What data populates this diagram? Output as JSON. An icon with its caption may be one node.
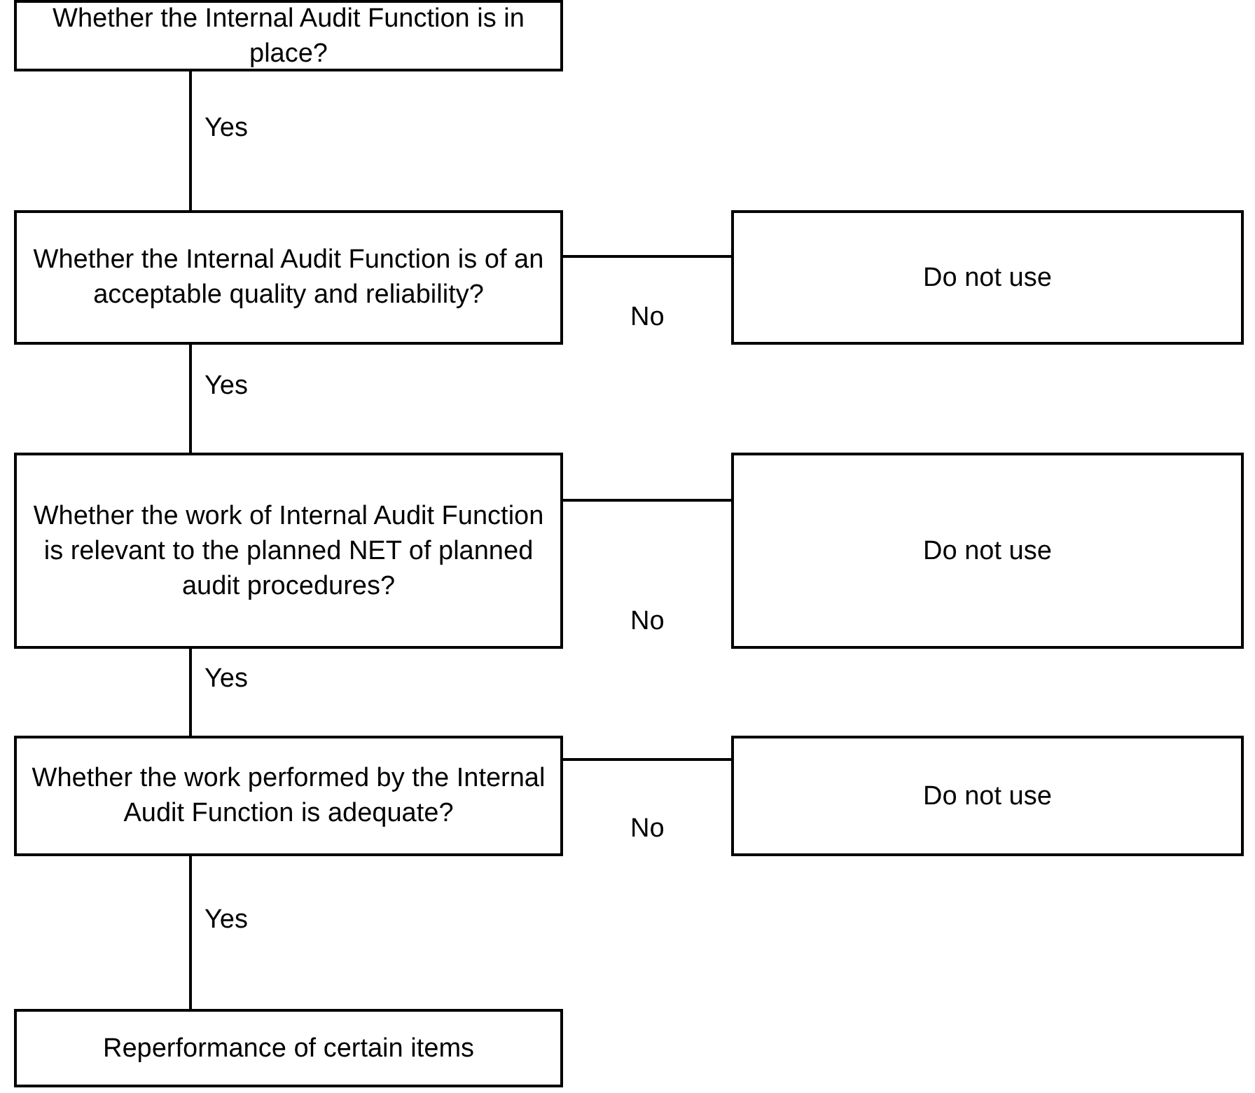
{
  "diagram": {
    "nodes": [
      {
        "text": [
          "Whether the Internal Audit Function is in place?"
        ]
      },
      {
        "text": [
          "Whether the Internal Audit Function is of an acceptable quality and reliability?"
        ]
      },
      {
        "text": [
          "Do not use"
        ]
      },
      {
        "text": [
          "Whether the work of Internal Audit Function is relevant to the planned NET of planned audit procedures?"
        ]
      },
      {
        "text": [
          "Do not use"
        ]
      },
      {
        "text": [
          "Whether the work performed by the Internal Audit Function is adequate?"
        ]
      },
      {
        "text": [
          "Do not use"
        ]
      },
      {
        "text": [
          "Reperformance of certain items"
        ]
      }
    ],
    "edges": [
      {
        "from": 0,
        "to": 1,
        "arrow": "none",
        "label": "Yes"
      },
      {
        "from": 1,
        "to": 2,
        "arrow": "none",
        "label": "No"
      },
      {
        "from": 1,
        "to": 3,
        "arrow": "none",
        "label": "Yes"
      },
      {
        "from": 3,
        "to": 4,
        "arrow": "none",
        "label": "No"
      },
      {
        "from": 3,
        "to": 5,
        "arrow": "none",
        "label": "Yes"
      },
      {
        "from": 5,
        "to": 6,
        "arrow": "none",
        "label": "No"
      },
      {
        "from": 5,
        "to": 7,
        "arrow": "none",
        "label": "Yes"
      }
    ]
  }
}
